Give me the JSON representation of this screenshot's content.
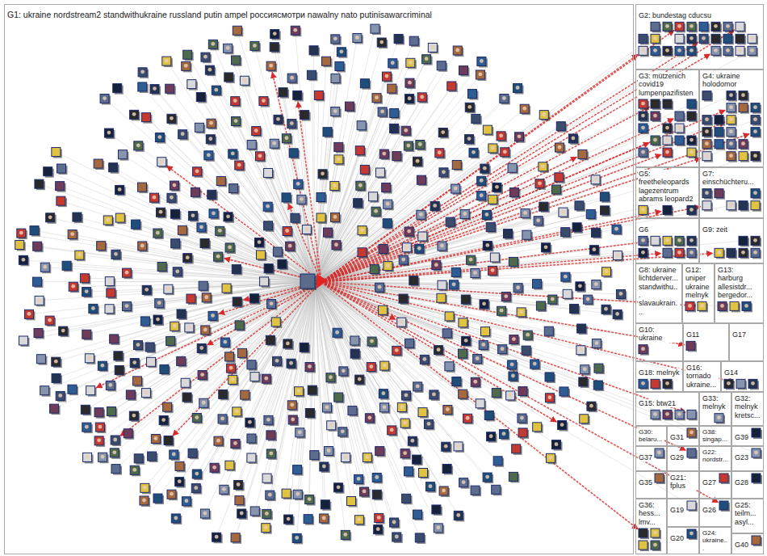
{
  "diagram": {
    "nodes": [
      {
        "text": [
          "G1: ukraine nordstream2 standwithukraine russland putin ampel россиясмотри nawalny nato putinisawarcriminal"
        ]
      },
      {
        "text": [
          "G2: bundestag cducsu"
        ]
      },
      {
        "text": [
          "G3: mützenich covid19 lumpenpazifisten"
        ]
      },
      {
        "text": [
          "G4: ukraine holodomor"
        ]
      },
      {
        "text": [
          "G5: freetheleopards lagezentrum abrams leopard2"
        ]
      },
      {
        "text": [
          "G7: einschüchteru..."
        ]
      },
      {
        "text": [
          "G6"
        ]
      },
      {
        "text": [
          "G9: zeit"
        ]
      },
      {
        "text": [
          "G8: ukraine lichtderver... standwithu... slavaukrain..."
        ]
      },
      {
        "text": [
          "G12: uniper ukraine melnyk"
        ]
      },
      {
        "text": [
          "G13: harburg allesistdr... bergedor..."
        ]
      },
      {
        "text": [
          "G10: ukraine"
        ]
      },
      {
        "text": [
          "G11"
        ]
      },
      {
        "text": [
          "G17"
        ]
      },
      {
        "text": [
          "G18: melnyk"
        ]
      },
      {
        "text": [
          "G16: tornado ukraine..."
        ]
      },
      {
        "text": [
          "G14"
        ]
      },
      {
        "text": [
          "G15: btw21"
        ]
      },
      {
        "text": [
          "G33: melnyk"
        ]
      },
      {
        "text": [
          "G32: melnyk kretsc..."
        ]
      },
      {
        "text": [
          "G30: belaru..."
        ]
      },
      {
        "text": [
          "G31"
        ]
      },
      {
        "text": [
          "G38: singap..."
        ]
      },
      {
        "text": [
          "G39"
        ]
      },
      {
        "text": [
          "G37"
        ]
      },
      {
        "text": [
          "G29"
        ]
      },
      {
        "text": [
          "G22: nordstr..."
        ]
      },
      {
        "text": [
          "G23"
        ]
      },
      {
        "text": [
          "G35"
        ]
      },
      {
        "text": [
          "G21: fplus"
        ]
      },
      {
        "text": [
          "G27"
        ]
      },
      {
        "text": [
          "G28"
        ]
      },
      {
        "text": [
          "G36: hess... lmv..."
        ]
      },
      {
        "text": [
          "G19"
        ]
      },
      {
        "text": [
          "G26"
        ]
      },
      {
        "text": [
          "G25: teilm... asyl..."
        ]
      },
      {
        "text": [
          "G20"
        ]
      },
      {
        "text": [
          "G24: ukraine..."
        ]
      },
      {
        "text": [
          "G40"
        ]
      }
    ]
  }
}
